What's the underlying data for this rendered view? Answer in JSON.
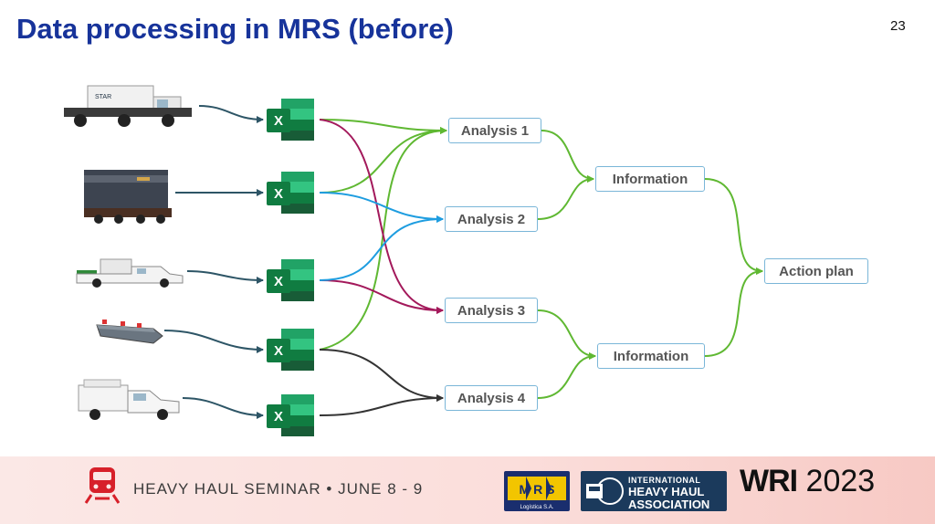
{
  "slide": {
    "title": "Data processing in MRS (before)",
    "number": "23"
  },
  "sources": [
    {
      "name": "rail-inspection-truck",
      "excel_letter": "X"
    },
    {
      "name": "locomotive",
      "excel_letter": "X"
    },
    {
      "name": "pickup-truck-with-equipment",
      "excel_letter": "X"
    },
    {
      "name": "track-sensor-device",
      "excel_letter": "X"
    },
    {
      "name": "white-utility-truck",
      "excel_letter": "X"
    }
  ],
  "analyses": [
    "Analysis 1",
    "Analysis 2",
    "Analysis 3",
    "Analysis 4"
  ],
  "information": [
    "Information",
    "Information"
  ],
  "action_plan": "Action plan",
  "connector_colors": {
    "source_arrows": "#2d5566",
    "green": "#5fb832",
    "magenta": "#a3195b",
    "blue": "#1e9de0",
    "black": "#333333"
  },
  "footer": {
    "seminar": "HEAVY HAUL SEMINAR • JUNE 8 - 9",
    "mrs_logo_text": "M R S",
    "mrs_logo_subtext": "Logística S.A.",
    "ihha_line1": "INTERNATIONAL",
    "ihha_line2": "HEAVY HAUL",
    "ihha_line3": "ASSOCIATION",
    "wri": "WRI",
    "year": "2023"
  }
}
